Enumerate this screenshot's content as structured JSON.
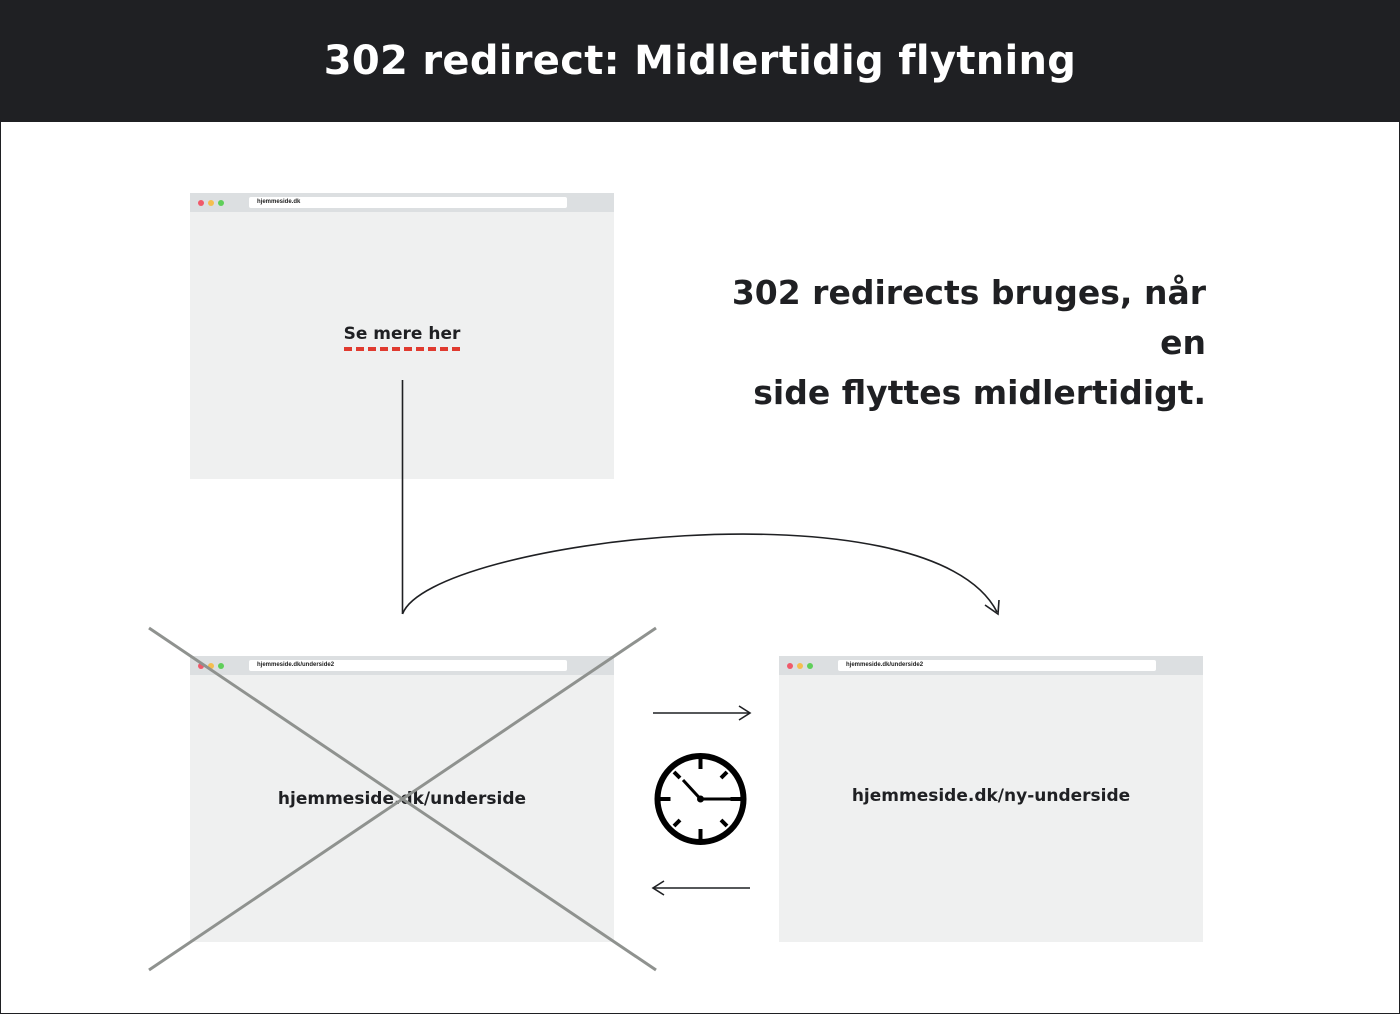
{
  "title": "302 redirect: Midlertidig flytning",
  "description": {
    "line1": "302 redirects bruges, når en",
    "line2": "side flyttes midlertidigt."
  },
  "browsers": {
    "source": {
      "url": "hjemmeside.dk",
      "link_text": "Se mere her"
    },
    "old_page": {
      "url": "hjemmeside.dk/underside2",
      "page_text": "hjemmeside.dk/underside",
      "crossed_out": true
    },
    "new_page": {
      "url": "hjemmeside.dk/underside2",
      "page_text": "hjemmeside.dk/ny-underside"
    }
  },
  "icons": {
    "clock": "clock-icon",
    "arrow_right": "arrow-right-icon",
    "arrow_left": "arrow-left-icon",
    "redirect_arrow": "curved-arrow-icon"
  },
  "colors": {
    "header_bg": "#1f2023",
    "browser_bg": "#eff0f0",
    "browser_bar": "#dcdfe1",
    "link_underline": "#e03a2f",
    "cross": "#8f928f",
    "dot_red": "#f0596a",
    "dot_yellow": "#f5be4f",
    "dot_green": "#5fcf5a"
  }
}
